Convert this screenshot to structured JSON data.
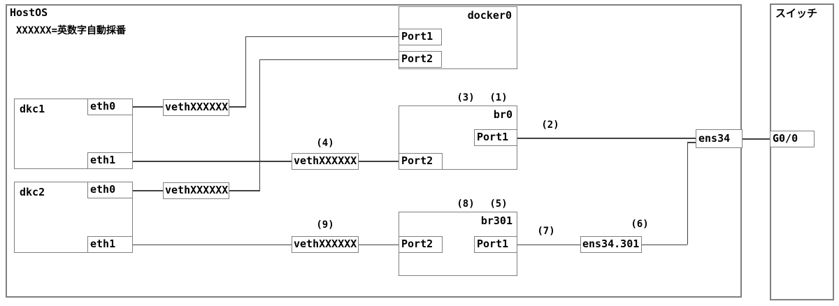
{
  "host": {
    "title": "HostOS",
    "note": "XXXXXX=英数字自動採番"
  },
  "switch_box": {
    "title": "スイッチ",
    "port_g00": "G0/0"
  },
  "containers": {
    "dkc1": {
      "title": "dkc1",
      "eth0": "eth0",
      "eth1": "eth1"
    },
    "dkc2": {
      "title": "dkc2",
      "eth0": "eth0",
      "eth1": "eth1"
    }
  },
  "bridges": {
    "docker0": {
      "title": "docker0",
      "port1": "Port1",
      "port2": "Port2"
    },
    "br0": {
      "title": "br0",
      "port1": "Port1",
      "port2": "Port2"
    },
    "br301": {
      "title": "br301",
      "port1": "Port1",
      "port2": "Port2"
    }
  },
  "veth": {
    "label": "vethXXXXXX"
  },
  "nics": {
    "ens34": "ens34",
    "ens34_301": "ens34.301"
  },
  "step_labels": {
    "s1": "(1)",
    "s2": "(2)",
    "s3": "(3)",
    "s4": "(4)",
    "s5": "(5)",
    "s6": "(6)",
    "s7": "(7)",
    "s8": "(8)",
    "s9": "(9)"
  }
}
